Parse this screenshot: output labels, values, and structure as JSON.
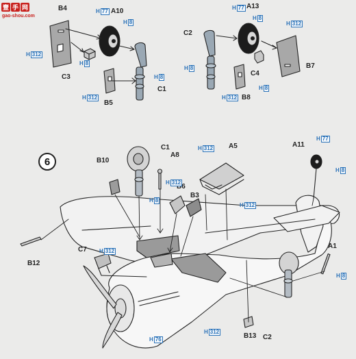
{
  "watermark": {
    "chars": [
      "壹",
      "手",
      "网"
    ],
    "site": "gao-shou.com"
  },
  "step_number": "6",
  "paint_prefix": "H",
  "parts": {
    "B4": "B4",
    "A10": "A10",
    "C3": "C3",
    "B5": "B5",
    "C1_top": "C1",
    "A13": "A13",
    "C2_top": "C2",
    "B7": "B7",
    "C4": "C4",
    "B8": "B8",
    "C1": "C1",
    "A8": "A8",
    "A5": "A5",
    "A11": "A11",
    "B10": "B10",
    "B6": "B6",
    "B3": "B3",
    "B12": "B12",
    "C7": "C7",
    "A1": "A1",
    "B13": "B13",
    "C2": "C2"
  },
  "paint_codes": {
    "p1": "77",
    "p2": "8",
    "p3": "312",
    "p4": "8",
    "p5": "312",
    "p6": "8",
    "p7": "77",
    "p8": "8",
    "p9": "312",
    "p10": "8",
    "p11": "312",
    "p12": "8",
    "p13": "312",
    "p14": "77",
    "p15": "8",
    "p16": "312",
    "p17": "8",
    "p18": "312",
    "p19": "312",
    "p20": "8",
    "p21": "76",
    "p22": "312"
  },
  "colors": {
    "ink": "#222222",
    "paint_blue": "#2a72b8",
    "part_grey": "#9a9a9a",
    "dark": "#1c1c1c",
    "watermark_red": "#c8201c"
  }
}
